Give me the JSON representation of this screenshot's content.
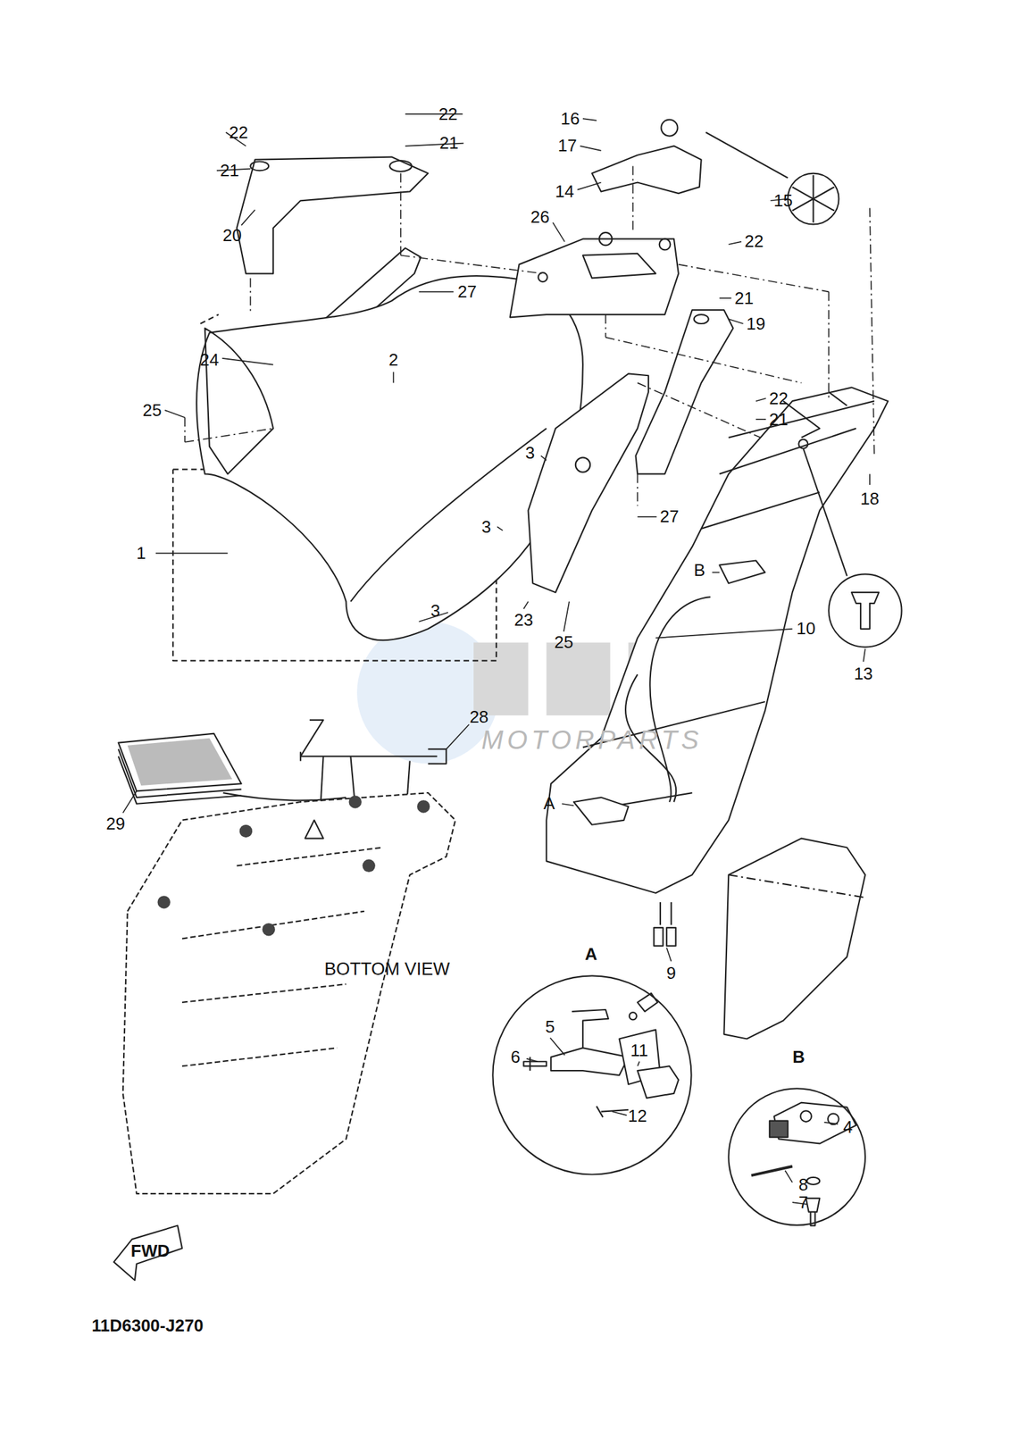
{
  "diagram": {
    "nodes": [
      {
        "text": [
          "A",
          "5",
          "11",
          "6",
          "12"
        ]
      },
      {
        "text": [
          "B",
          "4",
          "8",
          "7"
        ]
      }
    ],
    "labels": [
      "22",
      "21",
      "22",
      "21",
      "20",
      "27",
      "24",
      "2",
      "25",
      "1",
      "3",
      "3",
      "3",
      "23",
      "25",
      "16",
      "17",
      "14",
      "26",
      "15",
      "22",
      "21",
      "19",
      "22",
      "21",
      "18",
      "27",
      "B",
      "10",
      "13",
      "28",
      "29",
      "A",
      "BOTTOM VIEW",
      "9",
      "FWD",
      "11D6300-J270",
      "MOTORPARTS"
    ]
  }
}
